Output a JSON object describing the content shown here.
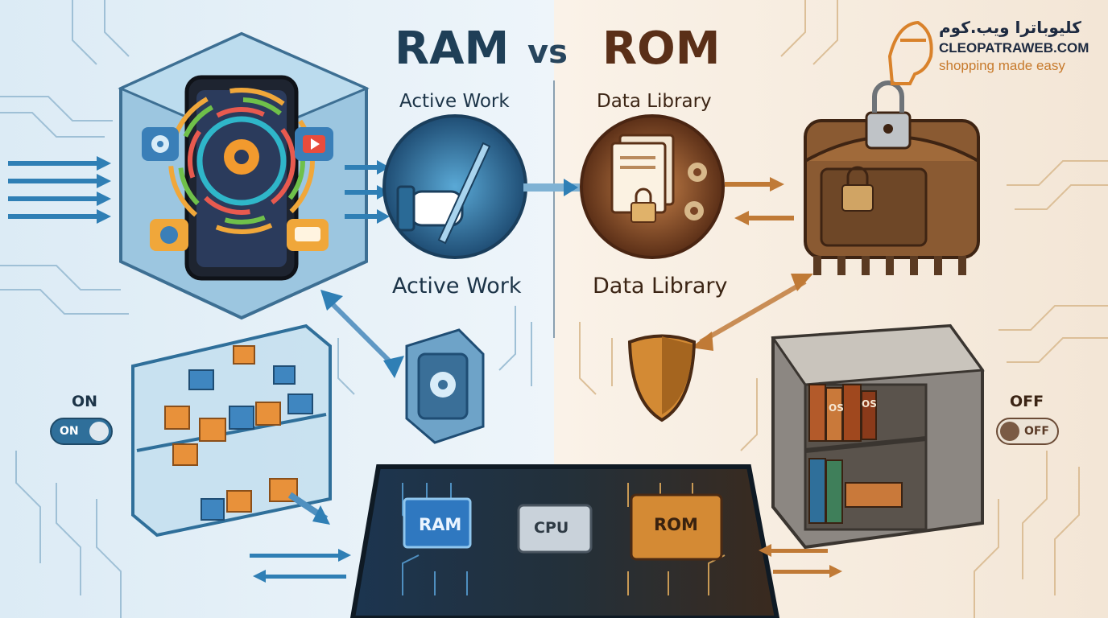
{
  "title": {
    "ram": "RAM",
    "vs": "vs",
    "rom": "ROM"
  },
  "labels": {
    "ram_top": "Active Work",
    "rom_top": "Data Library",
    "ram_mid": "Active Work",
    "rom_mid": "Data Library"
  },
  "switches": {
    "on_heading": "ON",
    "on_toggle": "ON",
    "off_heading": "OFF",
    "off_toggle": "OFF"
  },
  "board": {
    "ram": "RAM",
    "cpu": "CPU",
    "rom": "ROM"
  },
  "books": {
    "spine_1": "OS",
    "spine_2": "OS"
  },
  "brand": {
    "arabic": "كليوباترا ويب.كوم",
    "english": "CLEOPATRAWEB.COM",
    "tagline": "shopping made easy"
  },
  "colors": {
    "ram_side_bg": "#e6f1f8",
    "rom_side_bg": "#f7ece0",
    "ram_accent": "#2f7fb5",
    "rom_accent": "#c07a36",
    "brand_orange": "#d9822b"
  },
  "icons": [
    "gear-icon",
    "play-icon",
    "chat-icon",
    "hand-pen-icon",
    "document-icon",
    "lock-icon",
    "shield-icon",
    "chest-icon",
    "bookshelf-icon",
    "chip-icon"
  ]
}
